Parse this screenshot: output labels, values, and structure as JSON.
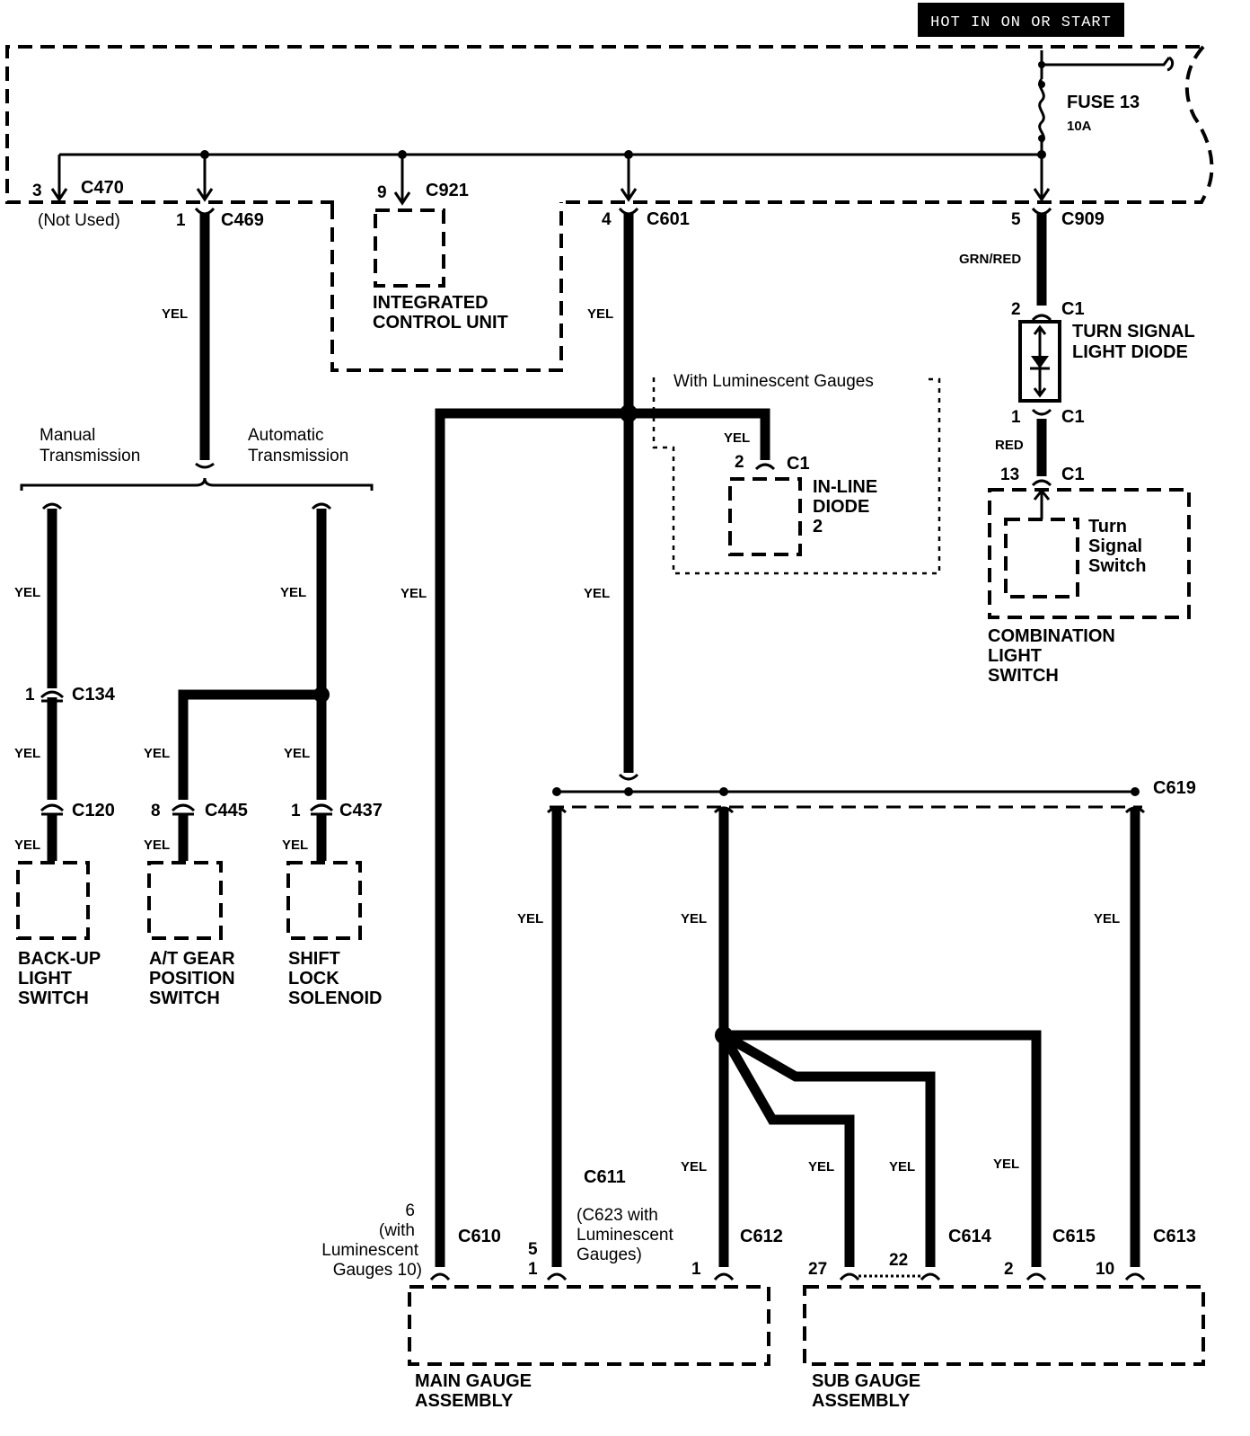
{
  "header": {
    "hot_label": "HOT IN ON OR START"
  },
  "fuse": {
    "name": "FUSE 13",
    "rating": "10A"
  },
  "connectors": {
    "c470": {
      "pin": "3",
      "name": "C470",
      "note": "(Not Used)"
    },
    "c469": {
      "pin": "1",
      "name": "C469"
    },
    "c921": {
      "pin": "9",
      "name": "C921"
    },
    "c601": {
      "pin": "4",
      "name": "C601"
    },
    "c909": {
      "pin": "5",
      "name": "C909"
    },
    "c1_top": {
      "pin": "2",
      "name": "C1"
    },
    "c1_mid": {
      "pin": "1",
      "name": "C1"
    },
    "c1_bot": {
      "pin": "13",
      "name": "C1"
    },
    "c1_inline": {
      "pin": "2",
      "name": "C1"
    },
    "c134": {
      "pin": "1",
      "name": "C134"
    },
    "c120": {
      "name": "C120"
    },
    "c445": {
      "pin": "8",
      "name": "C445"
    },
    "c437": {
      "pin": "1",
      "name": "C437"
    },
    "c619": {
      "name": "C619"
    },
    "c610": {
      "name": "C610",
      "pin_note_1": "6",
      "pin_note_2": "(with",
      "pin_note_3": "Luminescent",
      "pin_note_4": "Gauges 10)"
    },
    "c611": {
      "name": "C611",
      "pin_a": "5",
      "pin_b": "1",
      "note_1": "(C623 with",
      "note_2": "Luminescent",
      "note_3": "Gauges)"
    },
    "c612": {
      "name": "C612",
      "pin": "1"
    },
    "c614": {
      "name": "C614",
      "pin_a": "27",
      "pin_b": "22"
    },
    "c615": {
      "name": "C615",
      "pin": "2"
    },
    "c613": {
      "name": "C613",
      "pin": "10"
    }
  },
  "wires": {
    "yel": "YEL",
    "grn_red": "GRN/RED",
    "red": "RED"
  },
  "components": {
    "icu_1": "INTEGRATED",
    "icu_2": "CONTROL UNIT",
    "turn_diode_1": "TURN SIGNAL",
    "turn_diode_2": "LIGHT DIODE",
    "lum_gauges": "With Luminescent Gauges",
    "inline_diode_1": "IN-LINE",
    "inline_diode_2": "DIODE",
    "inline_diode_3": "2",
    "turn_switch_1": "Turn",
    "turn_switch_2": "Signal",
    "turn_switch_3": "Switch",
    "combo_1": "COMBINATION",
    "combo_2": "LIGHT",
    "combo_3": "SWITCH",
    "manual_1": "Manual",
    "manual_2": "Transmission",
    "auto_1": "Automatic",
    "auto_2": "Transmission",
    "backup_1": "BACK-UP",
    "backup_2": "LIGHT",
    "backup_3": "SWITCH",
    "atgear_1": "A/T GEAR",
    "atgear_2": "POSITION",
    "atgear_3": "SWITCH",
    "shift_1": "SHIFT",
    "shift_2": "LOCK",
    "shift_3": "SOLENOID",
    "main_1": "MAIN GAUGE",
    "main_2": "ASSEMBLY",
    "sub_1": "SUB GAUGE",
    "sub_2": "ASSEMBLY"
  }
}
